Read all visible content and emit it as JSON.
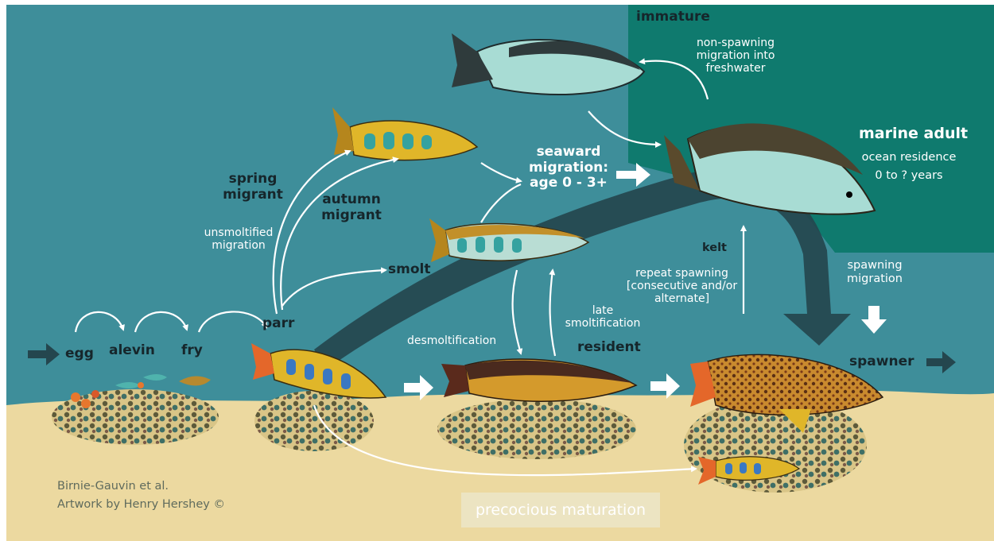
{
  "labels": {
    "immature": "immature",
    "non_spawning": [
      "non-spawning",
      "migration into",
      "freshwater"
    ],
    "marine_adult": "marine adult",
    "ocean_residence": [
      "ocean residence",
      "0 to ? years"
    ],
    "seaward_migration": [
      "seaward",
      "migration:",
      "age 0 - 3+"
    ],
    "spring_migrant": [
      "spring",
      "migrant"
    ],
    "unsmoltified": [
      "unsmoltified",
      "migration"
    ],
    "autumn_migrant": [
      "autumn",
      "migrant"
    ],
    "smolt": "smolt",
    "kelt": "kelt",
    "repeat_spawning": [
      "repeat spawning",
      "[consecutive and/or",
      "alternate]"
    ],
    "spawning_migration": [
      "spawning",
      "migration"
    ],
    "egg": "egg",
    "alevin": "alevin",
    "fry": "fry",
    "parr": "parr",
    "desmoltification": "desmoltification",
    "late_smoltification": [
      "late",
      "smoltification"
    ],
    "resident": "resident",
    "spawner": "spawner",
    "credit": [
      "Birnie-Gauvin et al.",
      "Artwork by Henry Hershey ©"
    ],
    "precocious": "precocious maturation"
  },
  "colors": {
    "freshwater": "#3e8e9a",
    "ocean": "#0f7a6e",
    "sand": "#ecd9a0",
    "big_arrow": "#24464e",
    "text_light": "#ffffff",
    "text_dark": "#16262b"
  }
}
